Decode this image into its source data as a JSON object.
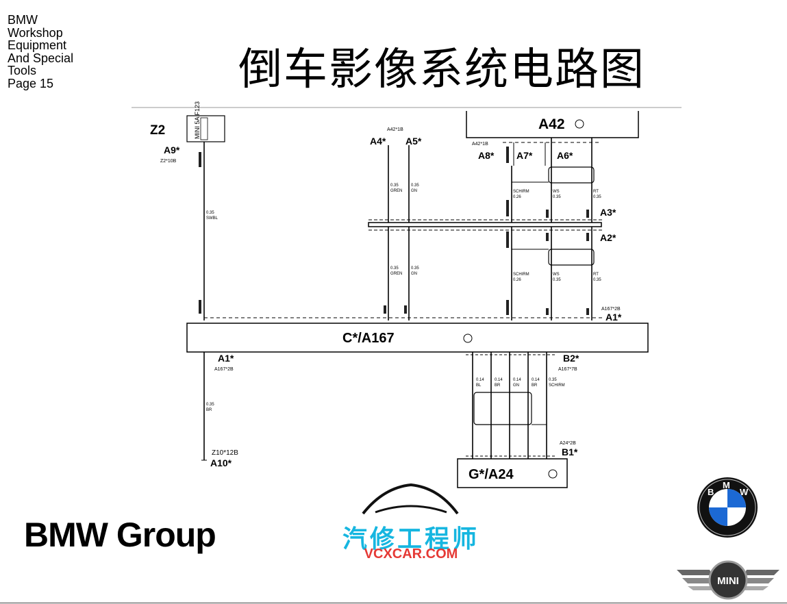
{
  "header": {
    "corner_lines": [
      "BMW",
      "Workshop",
      "Equipment",
      "And Special",
      "Tools",
      "Page 15"
    ],
    "title": "倒车影像系统电路图"
  },
  "diagram": {
    "modules": {
      "a42": "A42",
      "c_a167": "C*/A167",
      "g_a24": "G*/A24",
      "z2": "Z2",
      "fuse_text": "MINI 5A  F123"
    },
    "connectors": {
      "a9": "A9*",
      "a4": "A4*",
      "a5": "A5*",
      "a8": "A8*",
      "a7": "A7*",
      "a6": "A6*",
      "a3": "A3*",
      "a2": "A2*",
      "a1_top": "A1*",
      "a1_bottom": "A1*",
      "b2": "B2*",
      "b1": "B1*",
      "a10": "A10*"
    },
    "small_labels": {
      "z2_108": "Z2*10B",
      "a42_18_left": "A42*1B",
      "a42_18_top": "A42*1B",
      "a167_28_right": "A167*2B",
      "a167_28_left": "A167*2B",
      "a167_78": "A167*7B",
      "a24_28": "A24*2B",
      "z10_128": "Z10*12B"
    },
    "wire_labels": {
      "z2_wire": [
        "0.35",
        "SWBL"
      ],
      "a4_upper": [
        "0.35",
        "GREN"
      ],
      "a5_upper": [
        "0.35",
        "GN"
      ],
      "a4_lower": [
        "0.35",
        "GREN"
      ],
      "a5_lower": [
        "0.35",
        "GN"
      ],
      "schirm_upper": [
        "SCHIRM",
        "0.26"
      ],
      "ws_upper": [
        "WS",
        "0.35"
      ],
      "rt_upper": [
        "RT",
        "0.35"
      ],
      "schirm_lower": [
        "SCHIRM",
        "0.26"
      ],
      "ws_lower": [
        "WS",
        "0.35"
      ],
      "rt_lower": [
        "RT",
        "0.35"
      ],
      "b1": [
        "0.14",
        "BL"
      ],
      "b2": [
        "0.14",
        "BR"
      ],
      "b3": [
        "0.14",
        "GN"
      ],
      "b4": [
        "0.14",
        "BR"
      ],
      "b5": [
        "0.35",
        "SCHIRM"
      ],
      "a10_wire": [
        "0.35",
        "BR"
      ]
    }
  },
  "branding": {
    "group_logo": "BMW Group",
    "watermark_cn": "汽修工程师",
    "watermark_url": "VCXCAR.COM",
    "bmw_badge_letters": [
      "B",
      "M",
      "W"
    ],
    "mini_badge": "MINI"
  }
}
